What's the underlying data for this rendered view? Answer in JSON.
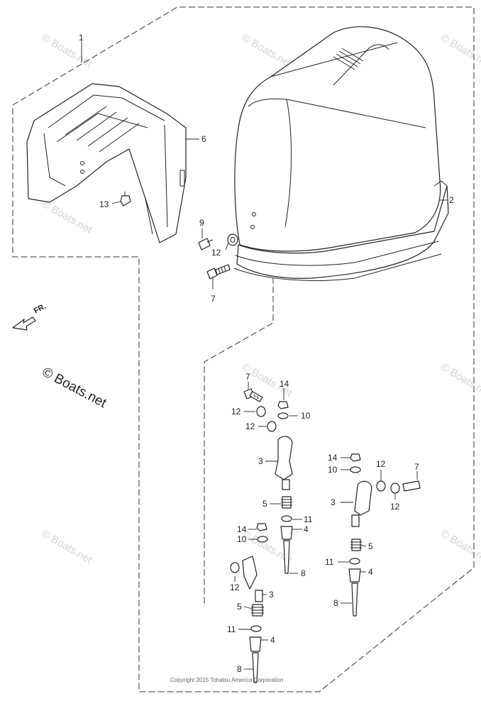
{
  "diagram": {
    "copyright": "Copyright 2015 Tohatsu America Corporation",
    "big_watermark": "© Boats.net",
    "watermark": "© Boats.net",
    "front_indicator": "FR.",
    "callouts": [
      "1",
      "2",
      "3",
      "4",
      "5",
      "6",
      "7",
      "8",
      "9",
      "10",
      "11",
      "12",
      "13",
      "14"
    ]
  }
}
